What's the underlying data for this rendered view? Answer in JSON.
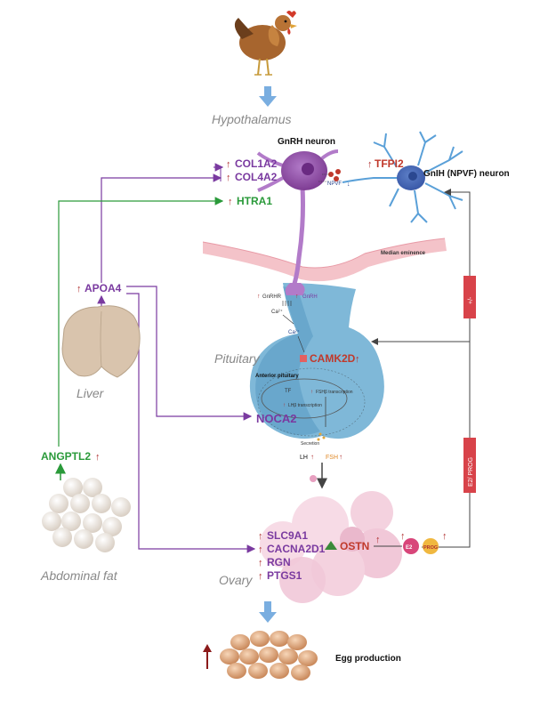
{
  "organs": {
    "hypothalamus": "Hypothalamus",
    "pituitary": "Pituitary",
    "liver": "Liver",
    "abdominal_fat": "Abdominal fat",
    "ovary": "Ovary"
  },
  "neurons": {
    "gnrh": "GnRH  neuron",
    "gnih": "GnIH (NPVF) neuron"
  },
  "genes": {
    "col1a2": "COL1A2",
    "col4a2": "COL4A2",
    "htra1": "HTRA1",
    "tfpi2": "TFPI2",
    "apoa4": "APOA4",
    "angptl2": "ANGPTL2",
    "camk2d": "CAMK2D",
    "noca2": "NOCA2",
    "slc9a1": "SLC9A1",
    "cacna2d1": "CACNA2D1",
    "rgn": "RGN",
    "ptgs1": "PTGS1",
    "ostn": "OSTN"
  },
  "up_arrow": "↑",
  "labels": {
    "median_eminence": "Median eminence",
    "anterior_pituitary": "Anterior pituitary",
    "gnrh_receptor": "GnRHR",
    "gnrh": "GnRH",
    "ca": "Ca²⁺",
    "ca2": "Ca²⁺",
    "npvf": "NPVF",
    "tf": "TF",
    "fshb_transcription": "FSHβ transcription",
    "lhb_transcription": "LHβ transcription",
    "secretion": "Secretion",
    "lh": "LH",
    "fsh": "FSH",
    "e2": "E2",
    "prog": "PROG",
    "e2_prog_bar": "E2/ PROG",
    "plus_minus_bar": "+/-",
    "egg_production": "Egg production"
  },
  "colors": {
    "purple_line": "#7a3aa0",
    "green_line": "#2a9a3a",
    "red_bar": "#d8434a",
    "pituitary_blue": "#7fb8d8",
    "median_pink": "#f2b9c0",
    "ovary_pink": "#f4d2df",
    "blue_arrow": "#7aaee0"
  }
}
